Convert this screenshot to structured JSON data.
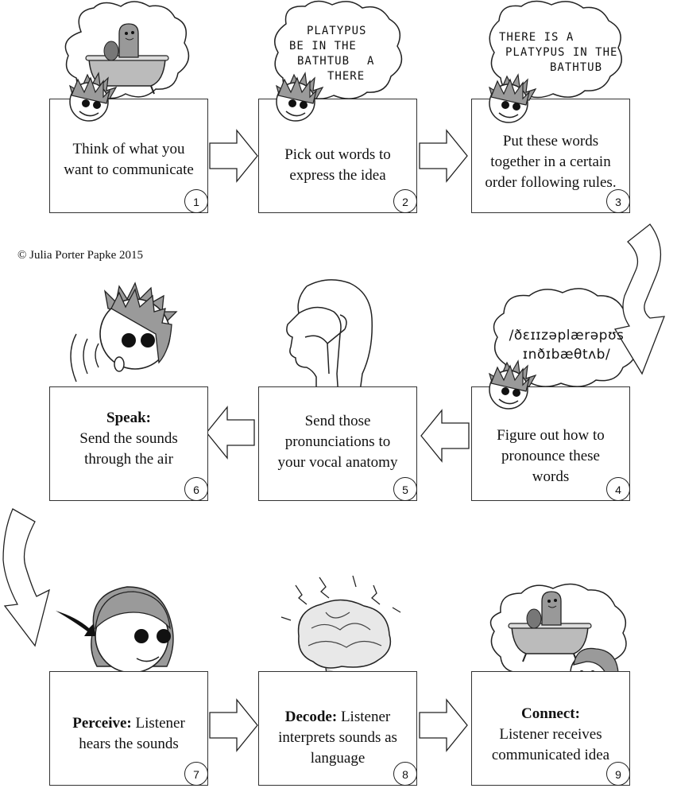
{
  "copyright": "© Julia Porter Papke 2015",
  "steps": [
    {
      "num": "1",
      "bold": "",
      "line1": "Think of what you",
      "line2": "want to communicate",
      "line3": ""
    },
    {
      "num": "2",
      "bold": "",
      "line1": "Pick out words to",
      "line2": "express the idea",
      "line3": ""
    },
    {
      "num": "3",
      "bold": "",
      "line1": "Put these words",
      "line2": "together in a certain",
      "line3": "order following rules."
    },
    {
      "num": "4",
      "bold": "",
      "line1": "Figure out how to",
      "line2": "pronounce these",
      "line3": "words"
    },
    {
      "num": "5",
      "bold": "",
      "line1": "Send those",
      "line2": "pronunciations to",
      "line3": "your vocal anatomy"
    },
    {
      "num": "6",
      "bold": "Speak:",
      "line1": "Send the sounds",
      "line2": "through the air",
      "line3": ""
    },
    {
      "num": "7",
      "bold": "Perceive:",
      "line1": " Listener",
      "line2": "hears the sounds",
      "line3": ""
    },
    {
      "num": "8",
      "bold": "Decode:",
      "line1": " Listener",
      "line2": "interprets sounds as",
      "line3": "language"
    },
    {
      "num": "9",
      "bold": "Connect:",
      "line1": "Listener receives",
      "line2": "communicated idea",
      "line3": ""
    }
  ],
  "bubbles": {
    "words_1": "PLATYPUS",
    "words_2": "BE IN THE",
    "words_3": "BATHTUB",
    "words_4": "A",
    "words_5": "THERE",
    "sentence_1": "THERE IS A",
    "sentence_2": "PLATYPUS IN THE",
    "sentence_3": "BATHTUB",
    "ipa_1": "/ðɛɪɪzəplærəpʊs",
    "ipa_2": "ɪnðɪbæθtʌb/"
  }
}
